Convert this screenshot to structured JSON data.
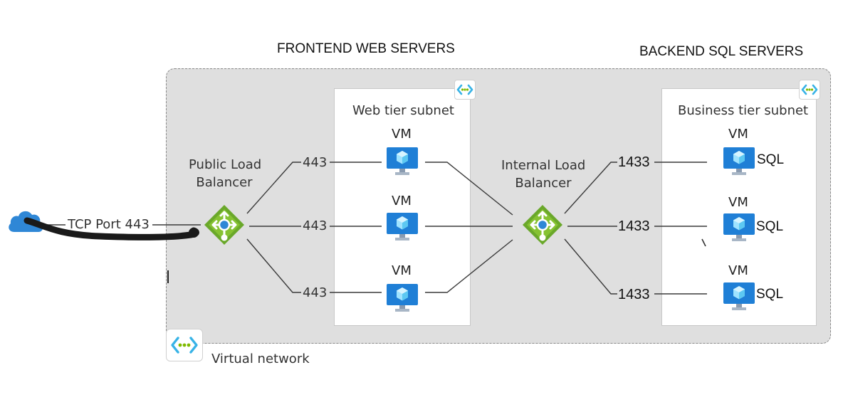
{
  "headings": {
    "frontend": "FRONTEND WEB SERVERS",
    "backend": "BACKEND SQL SERVERS"
  },
  "virtual_network": {
    "label": "Virtual network"
  },
  "web_subnet": {
    "title": "Web tier subnet",
    "vms": [
      {
        "label": "VM",
        "port": "443"
      },
      {
        "label": "VM",
        "port": "443"
      },
      {
        "label": "VM",
        "port": "443"
      }
    ]
  },
  "business_subnet": {
    "title": "Business tier subnet",
    "vms": [
      {
        "label": "VM",
        "port": "1433",
        "tag": "SQL"
      },
      {
        "label": "VM",
        "port": "1433",
        "tag": "SQL"
      },
      {
        "label": "VM",
        "port": "1433",
        "tag": "SQL"
      }
    ]
  },
  "public_lb": {
    "line1": "Public Load",
    "line2": "Balancer"
  },
  "internal_lb": {
    "line1": "Internal Load",
    "line2": "Balancer"
  },
  "internet": {
    "label": "TCP Port 443"
  },
  "colors": {
    "vnet_fill": "#dfdfdf",
    "lb_green": "#6aa82a",
    "vm_blue": "#1f7fd6",
    "cloud_blue": "#2f87d6",
    "icon_cyan": "#38b3e6",
    "icon_green": "#7fba00"
  }
}
